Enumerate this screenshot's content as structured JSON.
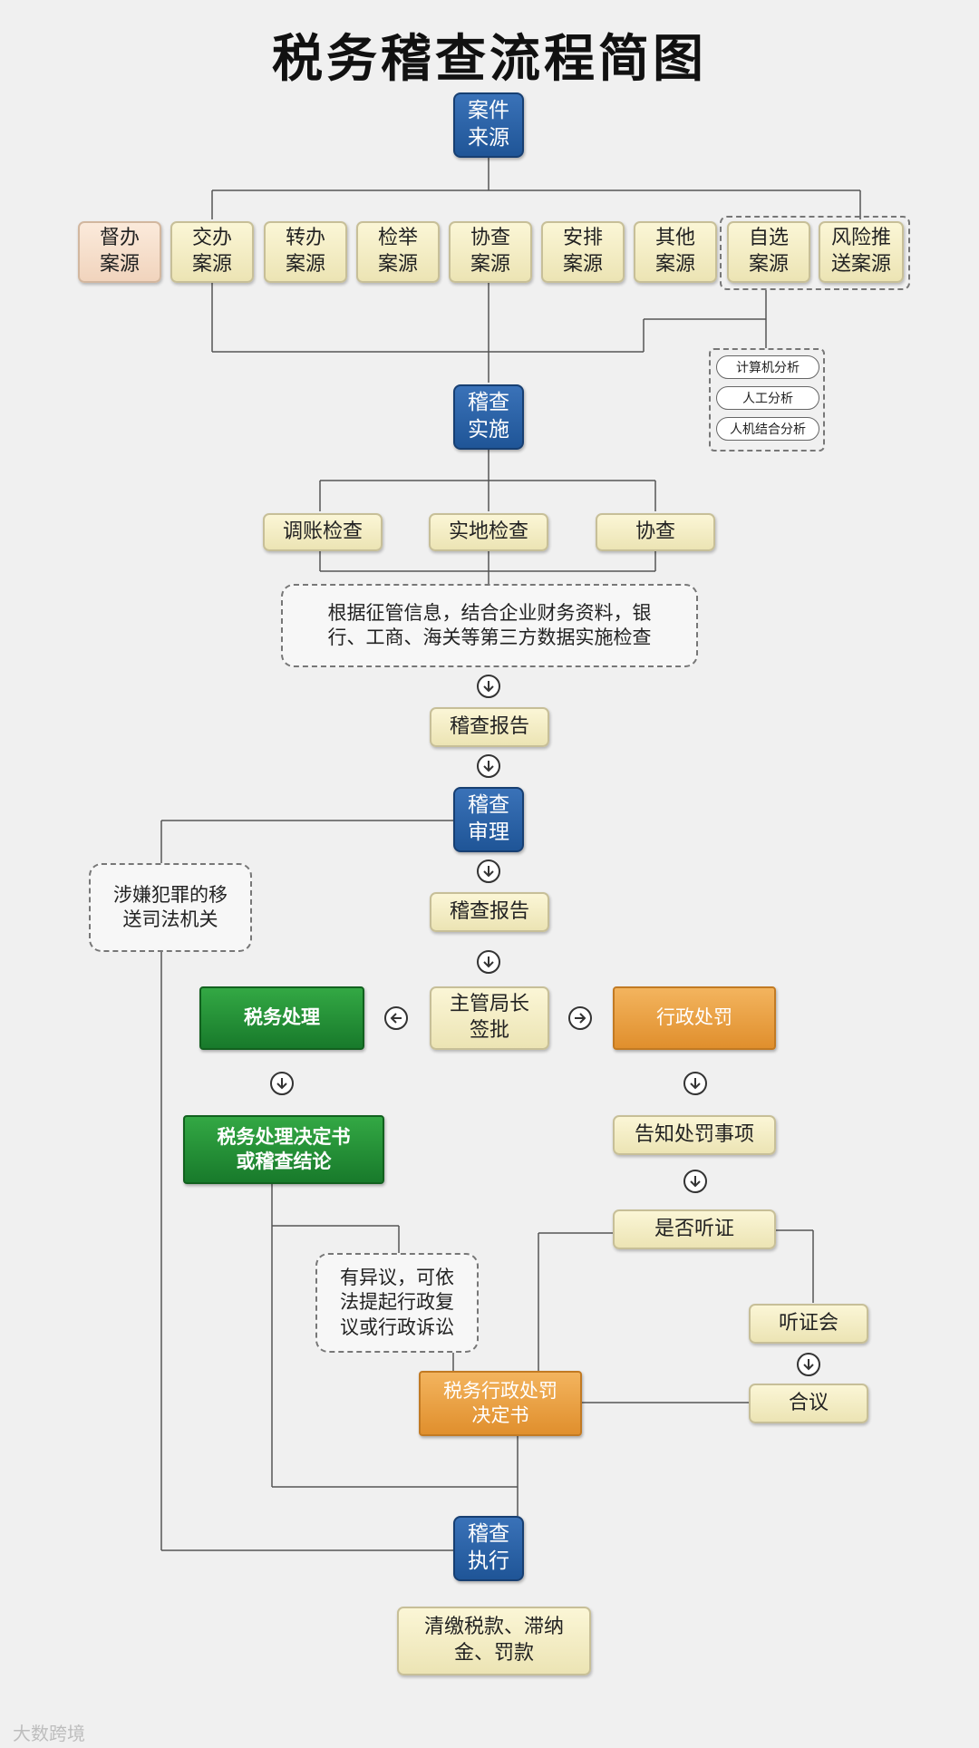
{
  "title": "税务稽查流程简图",
  "nodes": {
    "case_source": "案件\n来源",
    "sources": [
      "督办\n案源",
      "交办\n案源",
      "转办\n案源",
      "检举\n案源",
      "协查\n案源",
      "安排\n案源",
      "其他\n案源",
      "自选\n案源",
      "风险推\n送案源"
    ],
    "analysis": [
      "计算机分析",
      "人工分析",
      "人机结合分析"
    ],
    "inspection": "稽查\n实施",
    "methods": [
      "调账检查",
      "实地检查",
      "协查"
    ],
    "method_note": "根据征管信息，结合企业财务资料，银\n行、工商、海关等第三方数据实施检查",
    "report1": "稽查报告",
    "review": "稽查\n审理",
    "report2": "稽查报告",
    "criminal": "涉嫌犯罪的移\n送司法机关",
    "approval": "主管局长\n签批",
    "tax_handling": "税务处理",
    "admin_penalty": "行政处罚",
    "tax_decision": "税务处理决定书\n或稽查结论",
    "notify": "告知处罚事项",
    "hearing_q": "是否听证",
    "objection": "有异议，可依\n法提起行政复\n议或行政诉讼",
    "hearing": "听证会",
    "deliberation": "合议",
    "penalty_decision": "税务行政处罚\n决定书",
    "execution": "稽查\n执行",
    "payment": "清缴税款、滞纳\n金、罚款"
  },
  "watermark": "大数跨境",
  "colors": {
    "blue": "#2a63a8",
    "cream": "#f6efc6",
    "pink": "#f7dfcb",
    "green": "#229b35",
    "orange": "#eba142"
  }
}
